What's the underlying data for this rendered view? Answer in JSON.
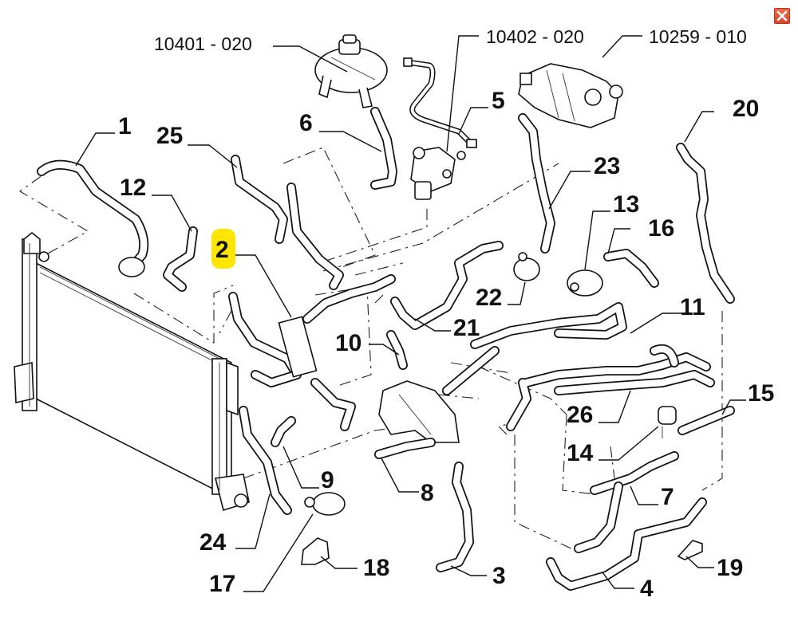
{
  "diagram": {
    "title": "Engine cooling system hoses exploded view",
    "highlight_color": "#ffe600",
    "highlighted_part": "2",
    "reference_labels": [
      {
        "id": "ref-10401",
        "text": "10401 - 020"
      },
      {
        "id": "ref-10402",
        "text": "10402 - 020"
      },
      {
        "id": "ref-10259",
        "text": "10259 - 010"
      }
    ],
    "callouts": [
      {
        "id": "1",
        "text": "1"
      },
      {
        "id": "2",
        "text": "2"
      },
      {
        "id": "3",
        "text": "3"
      },
      {
        "id": "4",
        "text": "4"
      },
      {
        "id": "5",
        "text": "5"
      },
      {
        "id": "6",
        "text": "6"
      },
      {
        "id": "7",
        "text": "7"
      },
      {
        "id": "8",
        "text": "8"
      },
      {
        "id": "9",
        "text": "9"
      },
      {
        "id": "10",
        "text": "10"
      },
      {
        "id": "11",
        "text": "11"
      },
      {
        "id": "12",
        "text": "12"
      },
      {
        "id": "13",
        "text": "13"
      },
      {
        "id": "14",
        "text": "14"
      },
      {
        "id": "15",
        "text": "15"
      },
      {
        "id": "16",
        "text": "16"
      },
      {
        "id": "17",
        "text": "17"
      },
      {
        "id": "18",
        "text": "18"
      },
      {
        "id": "19",
        "text": "19"
      },
      {
        "id": "20",
        "text": "20"
      },
      {
        "id": "21",
        "text": "21"
      },
      {
        "id": "22",
        "text": "22"
      },
      {
        "id": "23",
        "text": "23"
      },
      {
        "id": "24",
        "text": "24"
      },
      {
        "id": "25",
        "text": "25"
      },
      {
        "id": "26",
        "text": "26"
      }
    ],
    "parts": [
      {
        "id": "radiator",
        "name": "radiator"
      },
      {
        "id": "expansion-tank",
        "name": "expansion tank"
      },
      {
        "id": "thermostat-housing",
        "name": "thermostat housing"
      },
      {
        "id": "egr-cooler",
        "name": "EGR cooler"
      }
    ]
  },
  "window": {
    "close_icon": "close-icon",
    "close_color": "#e04a2e"
  }
}
